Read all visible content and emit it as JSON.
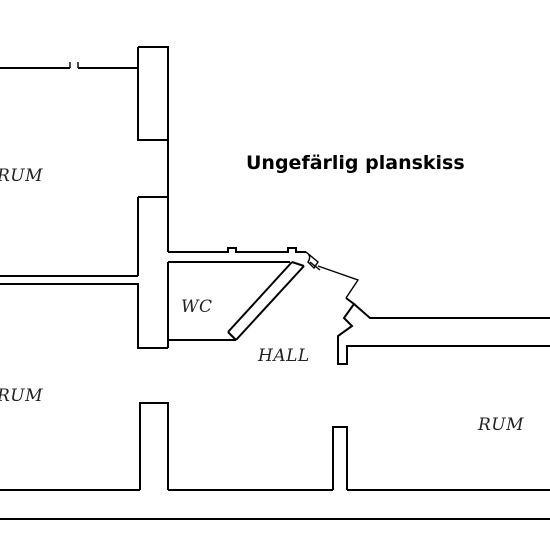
{
  "title": "Ungefärlig planskiss",
  "rooms": {
    "rum_top_left": "RUM",
    "rum_bottom_left": "RUM",
    "rum_right": "RUM",
    "wc": "WC",
    "hall": "HALL"
  }
}
